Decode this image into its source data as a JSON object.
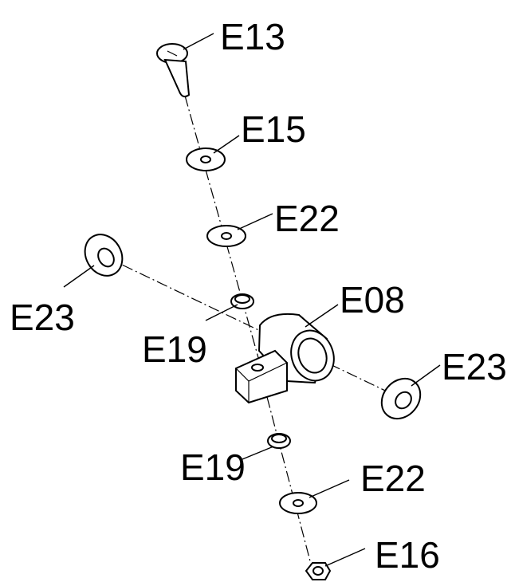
{
  "labels": {
    "e13": "E13",
    "e15": "E15",
    "e22_top": "E22",
    "e23_left": "E23",
    "e08": "E08",
    "e19_top": "E19",
    "e23_right": "E23",
    "e19_bottom": "E19",
    "e22_bottom": "E22",
    "e16": "E16"
  }
}
